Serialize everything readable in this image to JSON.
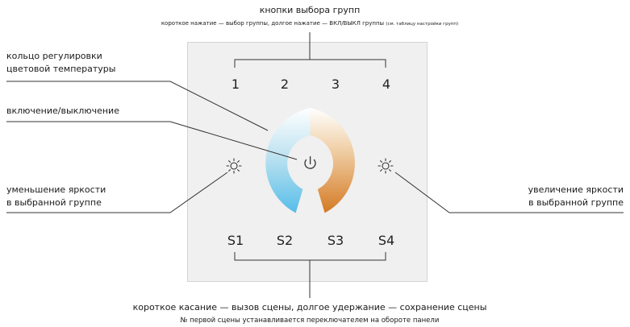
{
  "top": {
    "title": "кнопки выбора групп",
    "subtitle": "короткое нажатие — выбор группы, долгое нажатие — ВКЛ/ВЫКЛ группы",
    "subtitle_note": "(см. таблицу настройки групп)"
  },
  "left": {
    "ring": [
      "кольцо регулировки",
      "цветовой температуры"
    ],
    "power": "включение/выключение",
    "dim_down": [
      "уменьшение яркости",
      "в выбранной группе"
    ]
  },
  "right": {
    "dim_up": [
      "увеличение яркости",
      "в выбранной группе"
    ]
  },
  "panel": {
    "groups": [
      "1",
      "2",
      "3",
      "4"
    ],
    "scenes": [
      "S1",
      "S2",
      "S3",
      "S4"
    ]
  },
  "bottom": {
    "title": "короткое касание — вызов сцены, долгое удержание — сохранение сцены",
    "subtitle": "№ первой сцены устанавливается переключателем на обороте панели"
  },
  "colors": {
    "ring_cold": "#56bde8",
    "ring_white": "#ffffff",
    "ring_warm": "#d47a24",
    "line": "#333333",
    "panel": "#f0f0f0"
  },
  "icons": [
    "power-icon",
    "sun-dim-icon",
    "sun-bright-icon"
  ]
}
